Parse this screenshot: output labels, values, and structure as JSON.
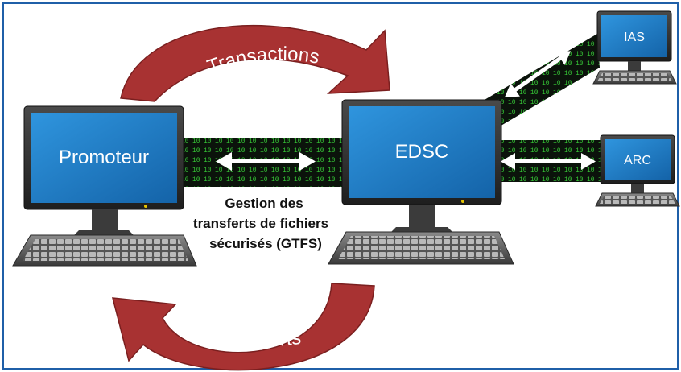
{
  "diagram": {
    "transactions_label": "Transactions",
    "rapports_label": "Rapports",
    "promoteur_label": "Promoteur",
    "edsc_label": "EDSC",
    "ias_label": "IAS",
    "arc_label": "ARC",
    "gtfs_line1": "Gestion des",
    "gtfs_line2": "transferts de fichiers",
    "gtfs_line3": "sécurisés (GTFS)"
  },
  "colors": {
    "frame": "#1f5fa8",
    "arc_red": "#a83232",
    "screen_blue": "#1a78c2",
    "monitor_dark": "#333333",
    "data_green": "#33cc33"
  }
}
